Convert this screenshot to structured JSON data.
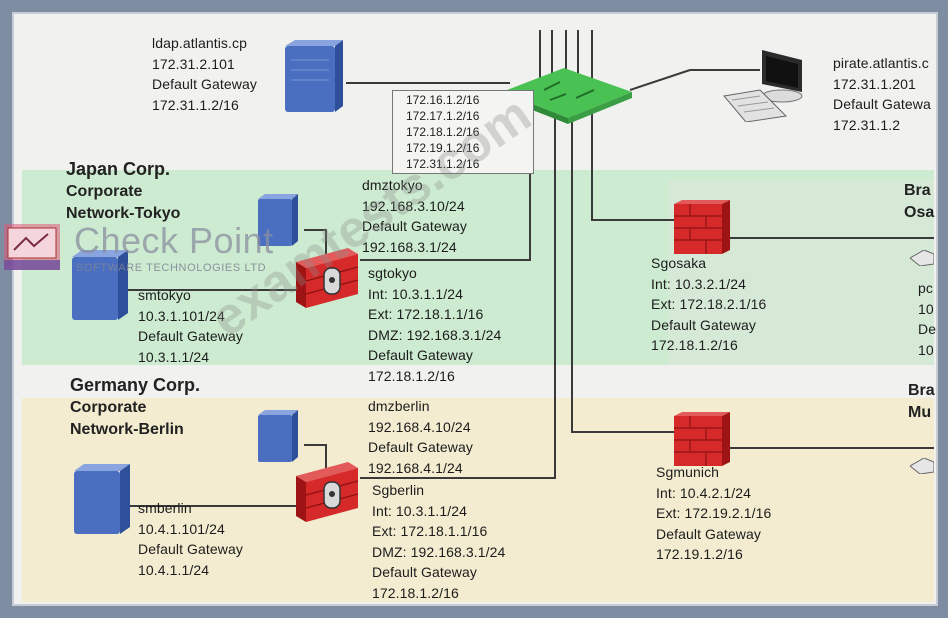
{
  "colors": {
    "tokyo_zone": "#cdebd0",
    "berlin_zone": "#f3ecd0",
    "firewall": "#d62a2a",
    "server": "#4a6fc1",
    "switch": "#3cb04a"
  },
  "ldap": {
    "lines": [
      "ldap.atlantis.cp",
      "172.31.2.101",
      "Default Gateway",
      "172.31.1.2/16"
    ]
  },
  "switch_ips": [
    "172.16.1.2/16",
    "172.17.1.2/16",
    "172.18.1.2/16",
    "172.19.1.2/16",
    "172.31.1.2/16"
  ],
  "pirate": {
    "lines": [
      "pirate.atlantis.c",
      "172.31.1.201",
      "Default Gatewa",
      "172.31.1.2"
    ]
  },
  "japan": {
    "title": "Japan Corp.",
    "sub1": "Corporate",
    "sub2": "Network-Tokyo"
  },
  "germany": {
    "title": "Germany Corp.",
    "sub1": "Corporate",
    "sub2": "Network-Berlin"
  },
  "dmztokyo": {
    "lines": [
      "dmztokyo",
      "192.168.3.10/24",
      "Default Gateway",
      "192.168.3.1/24"
    ]
  },
  "smtokyo": {
    "lines": [
      "smtokyo",
      "10.3.1.101/24",
      "Default Gateway",
      "10.3.1.1/24"
    ]
  },
  "sgtokyo": {
    "lines": [
      "sgtokyo",
      "Int: 10.3.1.1/24",
      "Ext: 172.18.1.1/16",
      "DMZ: 192.168.3.1/24",
      "Default Gateway",
      "172.18.1.2/16"
    ]
  },
  "sgosaka": {
    "lines": [
      "Sgosaka",
      "Int: 10.3.2.1/24",
      "Ext: 172.18.2.1/16",
      "Default Gateway",
      "172.18.1.2/16"
    ]
  },
  "dmzberlin": {
    "lines": [
      "dmzberlin",
      "192.168.4.10/24",
      "Default Gateway",
      "192.168.4.1/24"
    ]
  },
  "smberlin": {
    "lines": [
      "smberlin",
      "10.4.1.101/24",
      "Default Gateway",
      "10.4.1.1/24"
    ]
  },
  "sgberlin": {
    "lines": [
      "Sgberlin",
      "Int: 10.3.1.1/24",
      "Ext: 172.18.1.1/16",
      "DMZ: 192.168.3.1/24",
      "Default Gateway",
      "172.18.1.2/16"
    ]
  },
  "sgmunich": {
    "lines": [
      "Sgmunich",
      "Int: 10.4.2.1/24",
      "Ext: 172.19.2.1/16",
      "Default Gateway",
      "172.19.1.2/16"
    ]
  },
  "branch_osaka": {
    "l1": "Bra",
    "l2": "Osa"
  },
  "branch_munich": {
    "l1": "Bra",
    "l2": "Mu"
  },
  "osaka_host": {
    "lines": [
      "pc",
      "10",
      "De",
      "10"
    ]
  },
  "logo": {
    "name": "Check Point",
    "sub": "SOFTWARE TECHNOLOGIES LTD"
  },
  "watermark": "examtests.com"
}
